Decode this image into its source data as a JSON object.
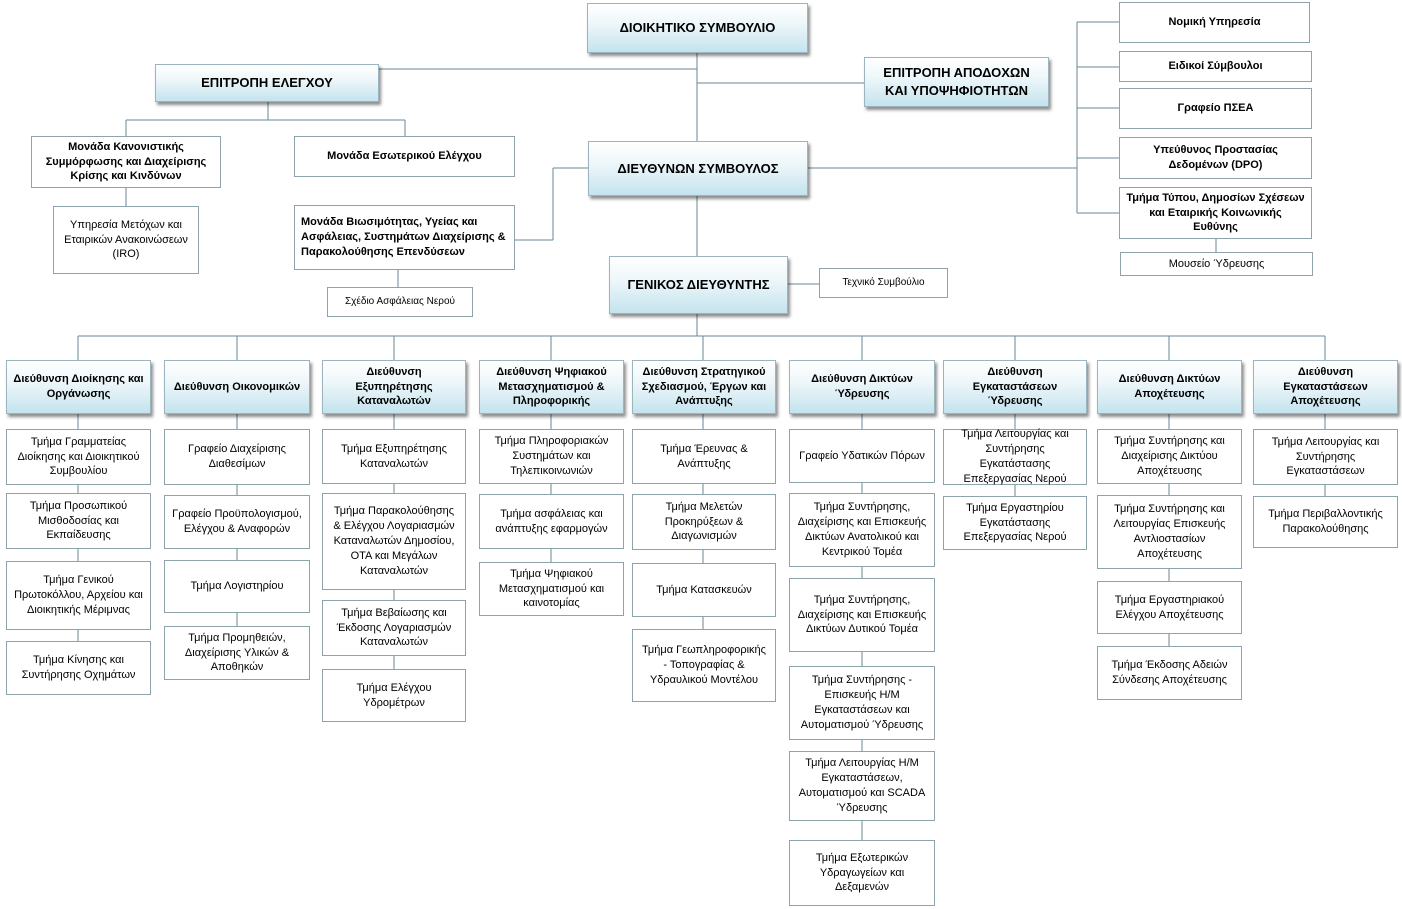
{
  "board": "ΔΙΟΙΚΗΤΙΚΟ ΣΥΜΒΟΥΛΙΟ",
  "audit_committee": "ΕΠΙΤΡΟΠΗ ΕΛΕΓΧΟΥ",
  "remuneration_committee": "ΕΠΙΤΡΟΠΗ ΑΠΟΔΟΧΩΝ ΚΑΙ ΥΠΟΨΗΦΙΟΤΗΤΩΝ",
  "compliance_unit": "Μονάδα Κανονιστικής Συμμόρφωσης και Διαχείρισης Κρίσης και Κινδύνων",
  "internal_audit_unit": "Μονάδα Εσωτερικού Ελέγχου",
  "shareholders_service": "Υπηρεσία Μετόχων και Εταιρικών Ανακοινώσεων (IRO)",
  "ceo": "ΔΙΕΥΘΥΝΩΝ ΣΥΜΒΟΥΛΟΣ",
  "sustainability_unit": "Μονάδα Βιωσιμότητας, Υγείας και Ασφάλειας, Συστημάτων Διαχείρισης & Παρακολούθησης Επενδύσεων",
  "water_safety_plan": "Σχέδιο Ασφάλειας Νερού",
  "general_manager": "ΓΕΝΙΚΟΣ ΔΙΕΥΘΥΝΤΗΣ",
  "technical_council": "Τεχνικό Συμβούλιο",
  "ceo_staff": [
    "Νομική Υπηρεσία",
    "Ειδικοί Σύμβουλοι",
    "Γραφείο ΠΣΕΑ",
    "Υπεύθυνος Προστασίας Δεδομένων (DPO)",
    "Τμήμα Τύπου, Δημοσίων Σχέσεων και Εταιρικής Κοινωνικής Ευθύνης",
    "Μουσείο Ύδρευσης"
  ],
  "directorates": [
    {
      "name": "Διεύθυνση Διοίκησης και Οργάνωσης",
      "units": [
        "Τμήμα Γραμματείας Διοίκησης και Διοικητικού Συμβουλίου",
        "Τμήμα Προσωπικού Μισθοδοσίας και Εκπαίδευσης",
        "Τμήμα Γενικού Πρωτοκόλλου, Αρχείου και Διοικητικής Μέριμνας",
        "Τμήμα Κίνησης και Συντήρησης Οχημάτων"
      ]
    },
    {
      "name": "Διεύθυνση Οικονομικών",
      "units": [
        "Γραφείο Διαχείρισης Διαθεσίμων",
        "Γραφείο Προϋπολογισμού, Ελέγχου & Αναφορών",
        "Τμήμα Λογιστηρίου",
        "Τμήμα Προμηθειών, Διαχείρισης Υλικών & Αποθηκών"
      ]
    },
    {
      "name": "Διεύθυνση Εξυπηρέτησης Καταναλωτών",
      "units": [
        "Τμήμα Εξυπηρέτησης Καταναλωτών",
        "Τμήμα Παρακολούθησης & Ελέγχου Λογαριασμών Καταναλωτών Δημοσίου, ΟΤΑ και Μεγάλων Καταναλωτών",
        "Τμήμα Βεβαίωσης και Έκδοσης Λογαριασμών Καταναλωτών",
        "Τμήμα Ελέγχου Υδρομέτρων"
      ]
    },
    {
      "name": "Διεύθυνση Ψηφιακού Μετασχηματισμού & Πληροφορικής",
      "units": [
        "Τμήμα Πληροφοριακών Συστημάτων και Τηλεπικοινωνιών",
        "Τμήμα ασφάλειας και ανάπτυξης εφαρμογών",
        "Τμήμα Ψηφιακού Μετασχηματισμού και καινοτομίας"
      ]
    },
    {
      "name": "Διεύθυνση Στρατηγικού Σχεδιασμού, Έργων και Ανάπτυξης",
      "units": [
        "Τμήμα Έρευνας & Ανάπτυξης",
        "Τμήμα Μελετών Προκηρύξεων & Διαγωνισμών",
        "Τμήμα Κατασκευών",
        "Τμήμα Γεωπληροφορικής - Τοπογραφίας & Υδραυλικού Μοντέλου"
      ]
    },
    {
      "name": "Διεύθυνση Δικτύων Ύδρευσης",
      "units": [
        "Γραφείο Υδατικών Πόρων",
        "Τμήμα Συντήρησης, Διαχείρισης και Επισκευής Δικτύων Ανατολικού και Κεντρικού Τομέα",
        "Τμήμα Συντήρησης, Διαχείρισης και Επισκευής Δικτύων Δυτικού Τομέα",
        "Τμήμα Συντήρησης - Επισκευής Η/Μ Εγκαταστάσεων και Αυτοματισμού Ύδρευσης",
        "Τμήμα Λειτουργίας Η/Μ Εγκαταστάσεων, Αυτοματισμού και SCADA Ύδρευσης",
        "Τμήμα Εξωτερικών Υδραγωγείων και Δεξαμενών"
      ]
    },
    {
      "name": "Διεύθυνση Εγκαταστάσεων Ύδρευσης",
      "units": [
        "Τμήμα Λειτουργίας και Συντήρησης Εγκατάστασης Επεξεργασίας Νερού",
        "Τμήμα Εργαστηρίου Εγκατάστασης Επεξεργασίας Νερού"
      ]
    },
    {
      "name": "Διεύθυνση Δικτύων Αποχέτευσης",
      "units": [
        "Τμήμα Συντήρησης και Διαχείρισης Δικτύου Αποχέτευσης",
        "Τμήμα Συντήρησης και Λειτουργίας Επισκευής Αντλιοστασίων Αποχέτευσης",
        "Τμήμα Εργαστηριακού Ελέγχου Αποχέτευσης",
        "Τμήμα Έκδοσης Αδειών Σύνδεσης Αποχέτευσης"
      ]
    },
    {
      "name": "Διεύθυνση Εγκαταστάσεων Αποχέτευσης",
      "units": [
        "Τμήμα Λειτουργίας και Συντήρησης Εγκαταστάσεων",
        "Τμήμα Περιβαλλοντικής Παρακολούθησης"
      ]
    }
  ],
  "colors": {
    "line": "#6a8795",
    "box_border": "#8fa3ad",
    "header_gradient_bottom": "#c4e3ee"
  }
}
